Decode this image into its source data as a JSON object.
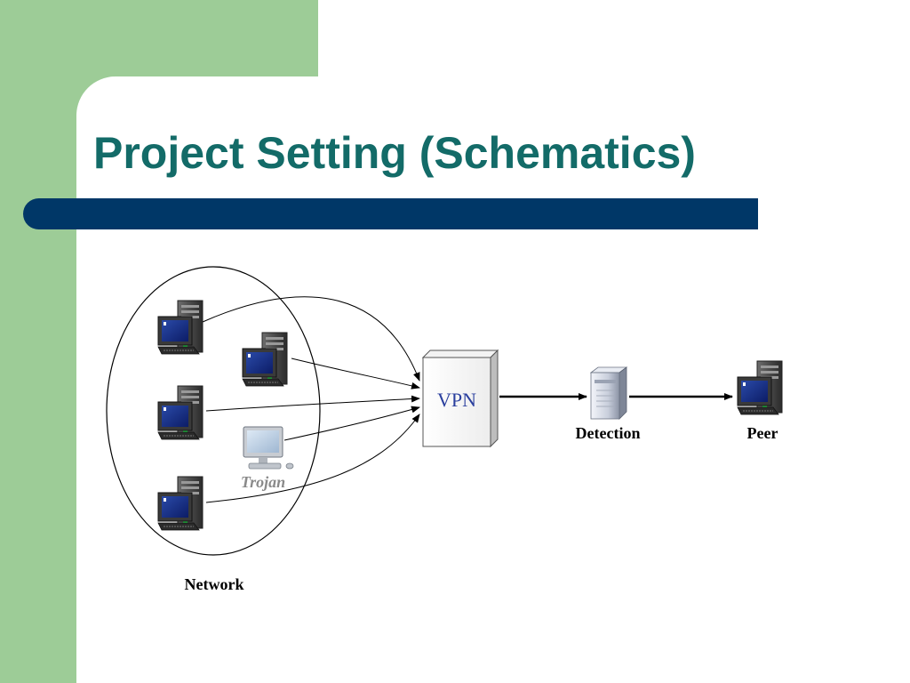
{
  "slide": {
    "title": "Project Setting (Schematics)",
    "colors": {
      "title": "#136b68",
      "accent_bar": "#003767",
      "side_band": "#9dcc97",
      "vpn_text": "#2a3f9e",
      "trojan_text": "#8a8a8a"
    }
  },
  "diagram": {
    "nodes": {
      "network_label": "Network",
      "trojan_label": "Trojan",
      "vpn_label": "VPN",
      "detection_label": "Detection",
      "peer_label": "Peer"
    },
    "icons": [
      "workstation-icon",
      "workstation-icon",
      "workstation-icon",
      "workstation-icon",
      "monitor-icon",
      "server-icon",
      "workstation-icon"
    ]
  }
}
